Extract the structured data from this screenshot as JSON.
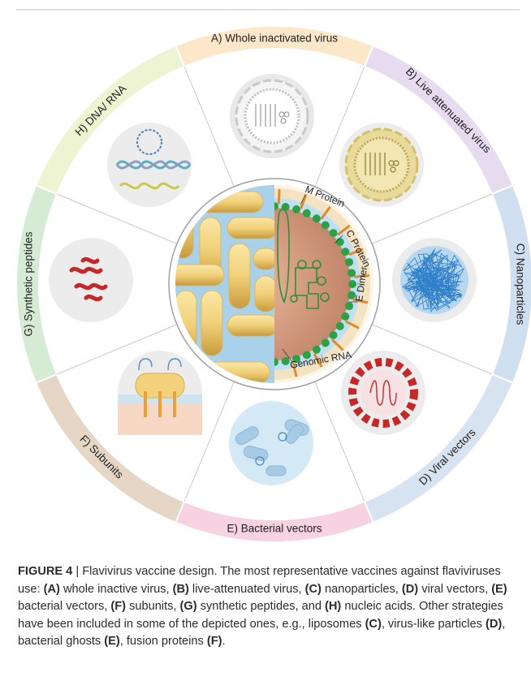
{
  "figure": {
    "segments": [
      {
        "id": "A",
        "label": "A) Whole inactivated virus",
        "color": "#fce7c8"
      },
      {
        "id": "B",
        "label": "B) Live attenuated virus",
        "color": "#e7dcef"
      },
      {
        "id": "C",
        "label": "C) Nanoparticles",
        "color": "#cfdff0"
      },
      {
        "id": "D",
        "label": "D) Viral vectors",
        "color": "#d8e3f2"
      },
      {
        "id": "E",
        "label": "E) Bacterial vectors",
        "color": "#f7d3e2"
      },
      {
        "id": "F",
        "label": "F) Subunits",
        "color": "#e6d6c6"
      },
      {
        "id": "G",
        "label": "G) Synthetic peptides",
        "color": "#d6ebd3"
      },
      {
        "id": "H",
        "label": "H) DNA/ RNA",
        "color": "#eef3d1"
      }
    ],
    "core_labels": {
      "m_protein": "M Protein",
      "c_protein": "C Protein",
      "e_dimer": "E Dimer",
      "genomic_rna": "Genomic RNA"
    }
  },
  "caption": {
    "tag": "FIGURE 4",
    "separator": " | ",
    "parts": [
      "Flavivirus vaccine design. The most representative vaccines against flaviviruses use: ",
      "(A)",
      " whole inactive virus, ",
      "(B)",
      " live-attenuated virus, ",
      "(C)",
      " nanoparticles, ",
      "(D)",
      " viral vectors, ",
      "(E)",
      " bacterial vectors, ",
      "(F)",
      " subunits, ",
      "(G)",
      " synthetic peptides, and ",
      "(H)",
      " nucleic acids. Other strategies have been included in some of the depicted ones, e.g., liposomes ",
      "(C)",
      ", virus-like particles ",
      "(D)",
      ", bacterial ghosts ",
      "(E)",
      ", fusion proteins ",
      "(F)",
      "."
    ]
  }
}
